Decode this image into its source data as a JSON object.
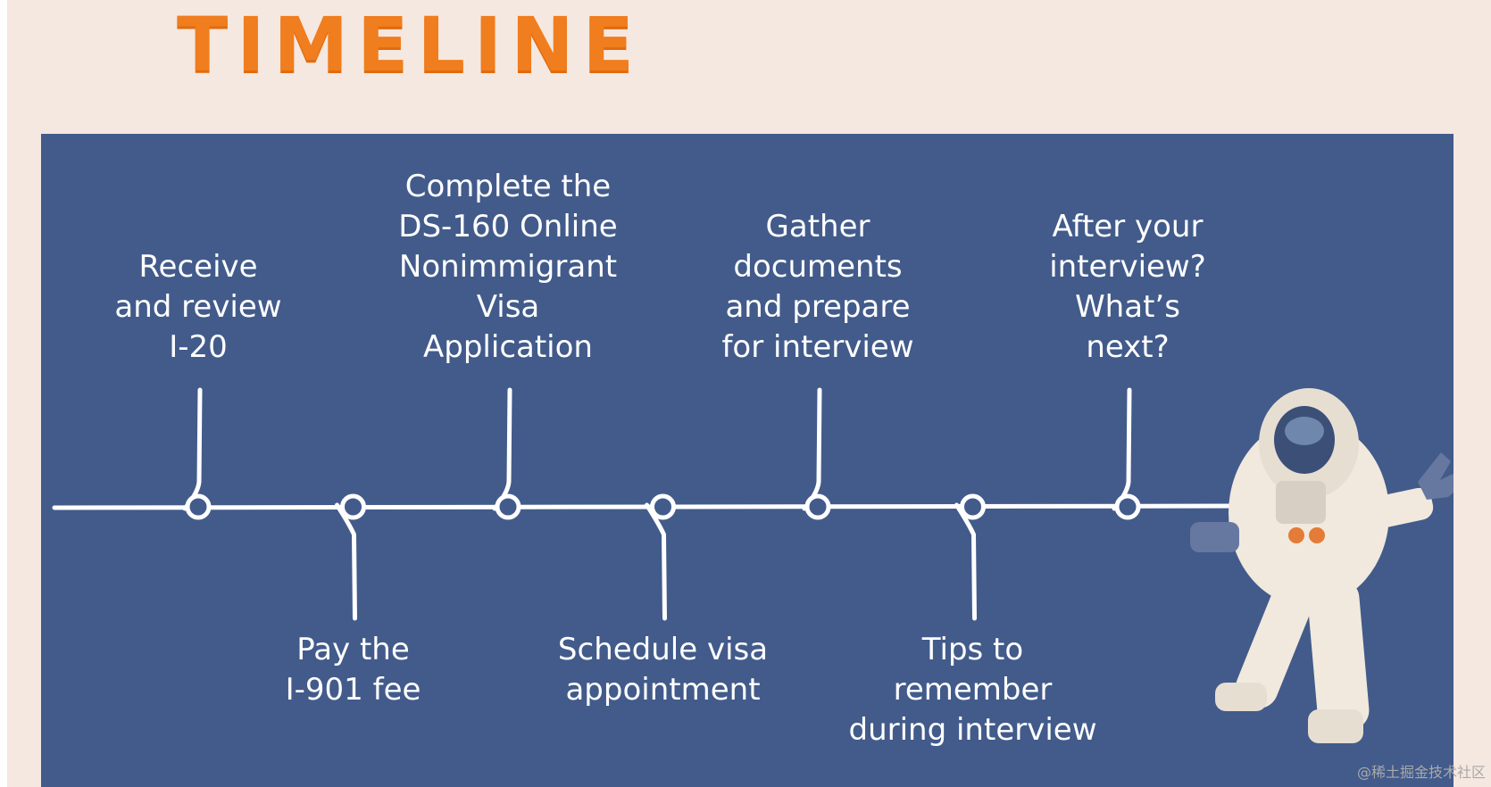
{
  "title": "TIMELINE",
  "steps": [
    {
      "label": "Receive\nand review\nI-20",
      "position": "above"
    },
    {
      "label": "Pay the\nI-901 fee",
      "position": "below"
    },
    {
      "label": "Complete the\nDS-160 Online\nNonimmigrant\nVisa\nApplication",
      "position": "above"
    },
    {
      "label": "Schedule visa\nappointment",
      "position": "below"
    },
    {
      "label": "Gather\ndocuments\nand prepare\nfor interview",
      "position": "above"
    },
    {
      "label": "Tips to\nremember\nduring interview",
      "position": "below"
    },
    {
      "label": "After your\ninterview?\nWhat’s\nnext?",
      "position": "above"
    }
  ],
  "watermark": "@稀土掘金技术社区",
  "colors": {
    "background": "#f5e8e0",
    "panel": "#425b8b",
    "title": "#f07d1e",
    "line": "#ffffff"
  },
  "icons": {
    "illustration": "astronaut-illustration"
  }
}
